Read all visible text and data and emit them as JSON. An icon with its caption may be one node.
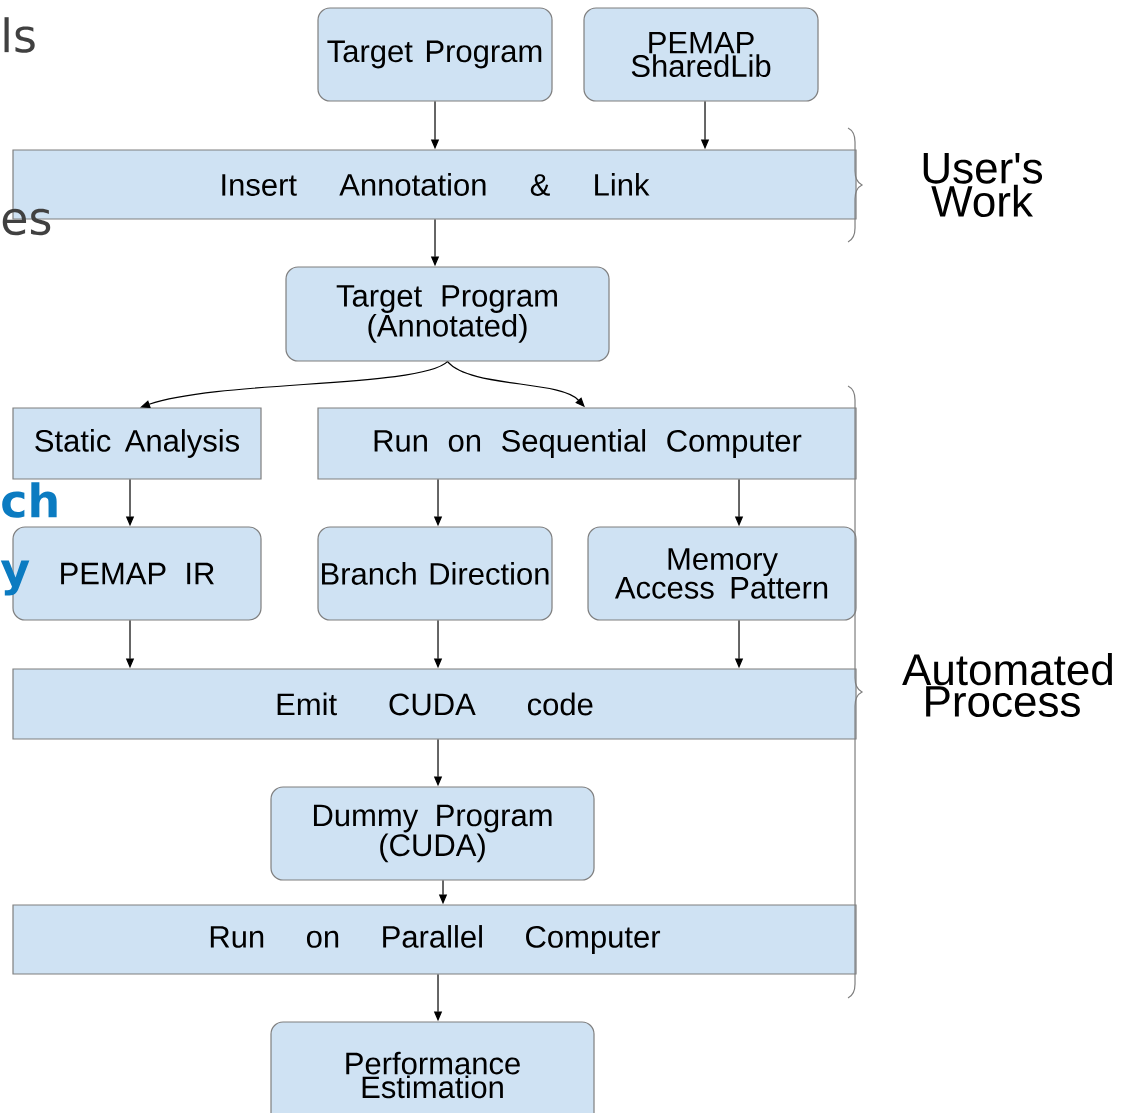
{
  "diagram": {
    "nodes": [
      {
        "text": [
          "Target Program"
        ]
      },
      {
        "text": [
          "PEMAP SharedLib"
        ]
      },
      {
        "text": [
          "Insert Annotation & Link"
        ]
      },
      {
        "text": [
          "Target Program (Annotated)"
        ]
      },
      {
        "text": [
          "Static Analysis"
        ]
      },
      {
        "text": [
          "Run on Sequential Computer"
        ]
      },
      {
        "text": [
          "PEMAP IR"
        ]
      },
      {
        "text": [
          "Branch Direction"
        ]
      },
      {
        "text": [
          "Memory Access Pattern"
        ]
      },
      {
        "text": [
          "Emit CUDA code"
        ]
      },
      {
        "text": [
          "Dummy Program (CUDA)"
        ]
      },
      {
        "text": [
          "Run on Parallel Computer"
        ]
      },
      {
        "text": [
          "Performance Estimation"
        ]
      }
    ],
    "edges": [
      {
        "from": 0,
        "to": 2,
        "arrow": "to"
      },
      {
        "from": 1,
        "to": 2,
        "arrow": "to"
      },
      {
        "from": 2,
        "to": 3,
        "arrow": "to"
      },
      {
        "from": 3,
        "to": 4,
        "arrow": "to"
      },
      {
        "from": 3,
        "to": 5,
        "arrow": "to"
      },
      {
        "from": 4,
        "to": 6,
        "arrow": "to"
      },
      {
        "from": 5,
        "to": 7,
        "arrow": "to"
      },
      {
        "from": 5,
        "to": 8,
        "arrow": "to"
      },
      {
        "from": 6,
        "to": 9,
        "arrow": "to"
      },
      {
        "from": 7,
        "to": 9,
        "arrow": "to"
      },
      {
        "from": 8,
        "to": 9,
        "arrow": "to"
      },
      {
        "from": 9,
        "to": 10,
        "arrow": "to"
      },
      {
        "from": 10,
        "to": 11,
        "arrow": "to"
      },
      {
        "from": 11,
        "to": 12,
        "arrow": "to"
      }
    ],
    "labels": [
      "ls",
      "User's Work",
      "es",
      "ch",
      "y",
      "Automated Process"
    ]
  }
}
